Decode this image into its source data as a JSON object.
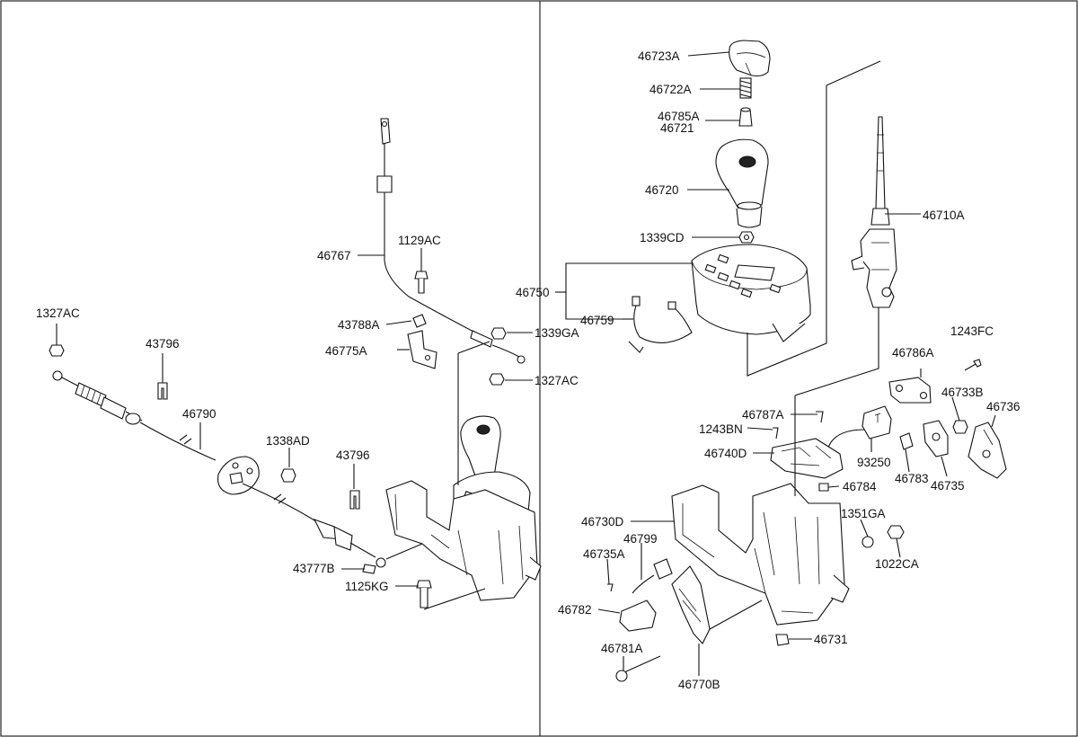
{
  "diagram": {
    "labels": [
      {
        "id": "l-46723A",
        "text": "46723A"
      },
      {
        "id": "l-46722A",
        "text": "46722A"
      },
      {
        "id": "l-46785A",
        "text": "46785A"
      },
      {
        "id": "l-46721",
        "text": "46721"
      },
      {
        "id": "l-46720",
        "text": "46720"
      },
      {
        "id": "l-1339CD",
        "text": "1339CD"
      },
      {
        "id": "l-46750",
        "text": "46750"
      },
      {
        "id": "l-46759",
        "text": "46759"
      },
      {
        "id": "l-46710A",
        "text": "46710A"
      },
      {
        "id": "l-1243FC",
        "text": "1243FC"
      },
      {
        "id": "l-46786A",
        "text": "46786A"
      },
      {
        "id": "l-46733B",
        "text": "46733B"
      },
      {
        "id": "l-46736",
        "text": "46736"
      },
      {
        "id": "l-46787A",
        "text": "46787A"
      },
      {
        "id": "l-1243BN",
        "text": "1243BN"
      },
      {
        "id": "l-46740D",
        "text": "46740D"
      },
      {
        "id": "l-93250",
        "text": "93250"
      },
      {
        "id": "l-46783",
        "text": "46783"
      },
      {
        "id": "l-46735",
        "text": "46735"
      },
      {
        "id": "l-46784",
        "text": "46784"
      },
      {
        "id": "l-46730D",
        "text": "46730D"
      },
      {
        "id": "l-1351GA",
        "text": "1351GA"
      },
      {
        "id": "l-1022CA",
        "text": "1022CA"
      },
      {
        "id": "l-46799",
        "text": "46799"
      },
      {
        "id": "l-46735A",
        "text": "46735A"
      },
      {
        "id": "l-46782",
        "text": "46782"
      },
      {
        "id": "l-46781A",
        "text": "46781A"
      },
      {
        "id": "l-46770B",
        "text": "46770B"
      },
      {
        "id": "l-46731",
        "text": "46731"
      },
      {
        "id": "l-46767",
        "text": "46767"
      },
      {
        "id": "l-1129AC",
        "text": "1129AC"
      },
      {
        "id": "l-43788A",
        "text": "43788A"
      },
      {
        "id": "l-1339GA",
        "text": "1339GA"
      },
      {
        "id": "l-46775A",
        "text": "46775A"
      },
      {
        "id": "l-1327AC-r",
        "text": "1327AC"
      },
      {
        "id": "l-1327AC-l",
        "text": "1327AC"
      },
      {
        "id": "l-43796-a",
        "text": "43796"
      },
      {
        "id": "l-46790",
        "text": "46790"
      },
      {
        "id": "l-1338AD",
        "text": "1338AD"
      },
      {
        "id": "l-43796-b",
        "text": "43796"
      },
      {
        "id": "l-43777B",
        "text": "43777B"
      },
      {
        "id": "l-1125KG",
        "text": "1125KG"
      }
    ]
  }
}
